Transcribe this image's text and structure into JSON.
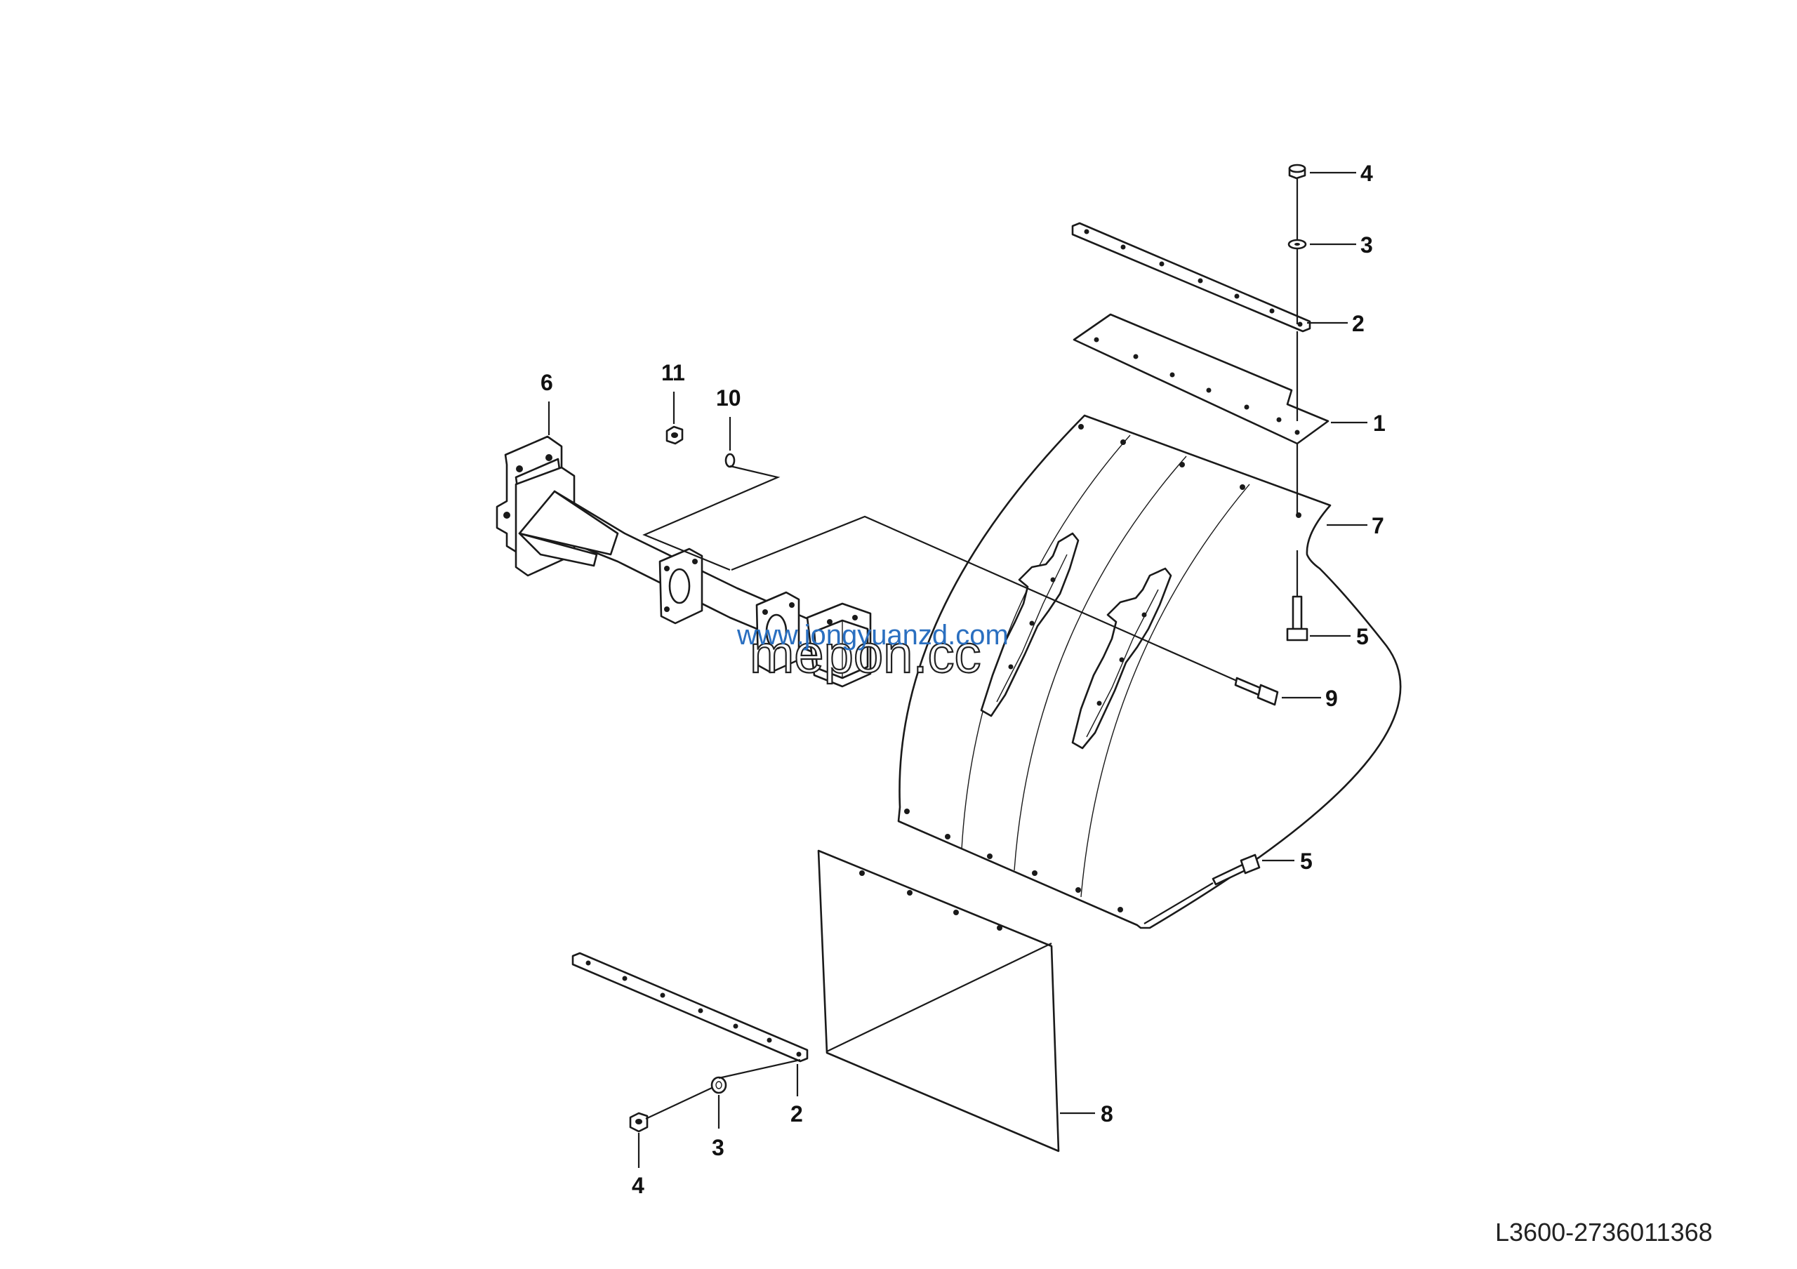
{
  "callouts": {
    "c1": "1",
    "c2_top": "2",
    "c2_bottom": "2",
    "c3_top": "3",
    "c3_bottom": "3",
    "c4_top": "4",
    "c4_bottom": "4",
    "c5_upper": "5",
    "c5_lower": "5",
    "c6": "6",
    "c7": "7",
    "c8": "8",
    "c9": "9",
    "c10": "10",
    "c11": "11"
  },
  "watermark": {
    "url": "www.jongyuanzd.com",
    "brand": "mepon.cc"
  },
  "doc_reference": "L3600-2736011368"
}
